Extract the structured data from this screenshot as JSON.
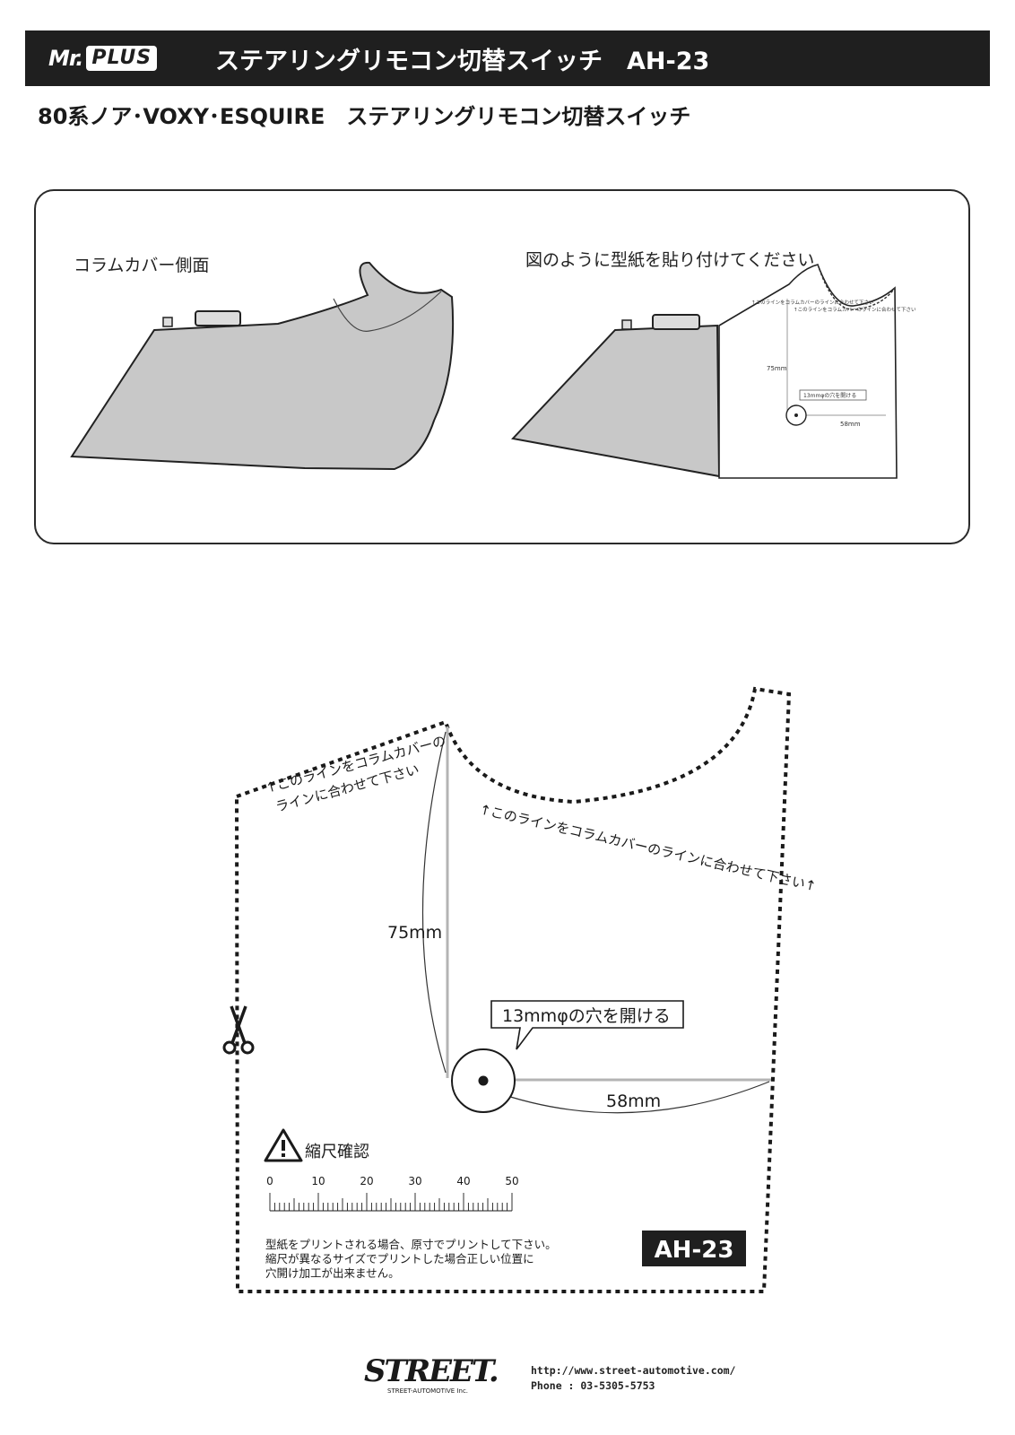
{
  "header": {
    "brand_mr": "Mr.",
    "brand_plus": "PLUS",
    "title": "ステアリングリモコン切替スイッチ　AH-23"
  },
  "subtitle": "80系ノア･VOXY･ESQUIRE　ステアリングリモコン切替スイッチ",
  "illustration": {
    "left_caption": "コラムカバー側面",
    "right_caption": "図のように型紙を貼り付けてください",
    "mini_line_note_1": "↑このラインをコラムカバーのラインに合わせて下さい",
    "mini_line_note_2": "↑このラインをコラムカバーのラインに合わせて下さい",
    "mini_dim_vertical": "75mm",
    "mini_dim_horizontal": "58mm",
    "mini_hole_note": "13mmφの穴を開ける"
  },
  "template": {
    "line_note_left_1": "↑このラインをコラムカバーの",
    "line_note_left_2": "ラインに合わせて下さい",
    "line_note_curve": "↑このラインをコラムカバーのラインに合わせて下さい↑",
    "dim_vertical": "75mm",
    "dim_horizontal": "58mm",
    "hole_note": "13mmφの穴を開ける",
    "scale_title": "縮尺確認",
    "scale_ticks": [
      "0",
      "10",
      "20",
      "30",
      "40",
      "50"
    ],
    "print_note": [
      "型紙をプリントされる場合、原寸でプリントして下さい。",
      "縮尺が異なるサイズでプリントした場合正しい位置に",
      "穴開け加工が出来ません。"
    ],
    "model_badge": "AH-23"
  },
  "footer": {
    "logo_text": "STREET.",
    "logo_sub": "STREET-AUTOMOTIVE Inc.",
    "url": "http://www.street-automotive.com/",
    "phone": "Phone : 03-5305-5753"
  }
}
